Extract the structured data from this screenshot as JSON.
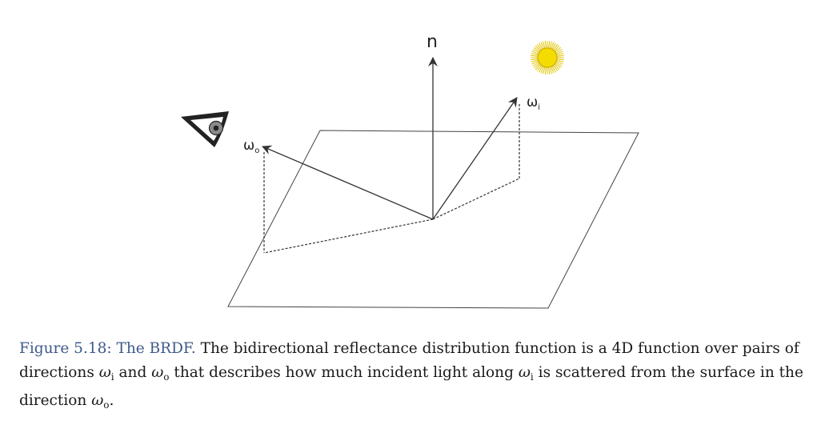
{
  "figure": {
    "labels": {
      "normal": "n",
      "omega_i": "ω",
      "omega_i_sub": "i",
      "omega_o": "ω",
      "omega_o_sub": "o"
    },
    "colors": {
      "line": "#333333",
      "sun": "#f2d800",
      "sun_rays": "#e0c400",
      "eye_iris": "#888888"
    },
    "icons": [
      "sun-icon",
      "eye-icon"
    ]
  },
  "caption": {
    "label": "Figure 5.18: The BRDF.",
    "t1": " The bidirectional reflectance distribution function is a 4D function over pairs of directions ",
    "w1": "ω",
    "w1_sub": "i",
    "t2": " and ",
    "w2": "ω",
    "w2_sub": "o",
    "t3": " that describes how much incident light along ",
    "w3": "ω",
    "w3_sub": "i",
    "t4": " is scattered from the surface in the direction ",
    "w4": "ω",
    "w4_sub": "o",
    "t5": "."
  }
}
